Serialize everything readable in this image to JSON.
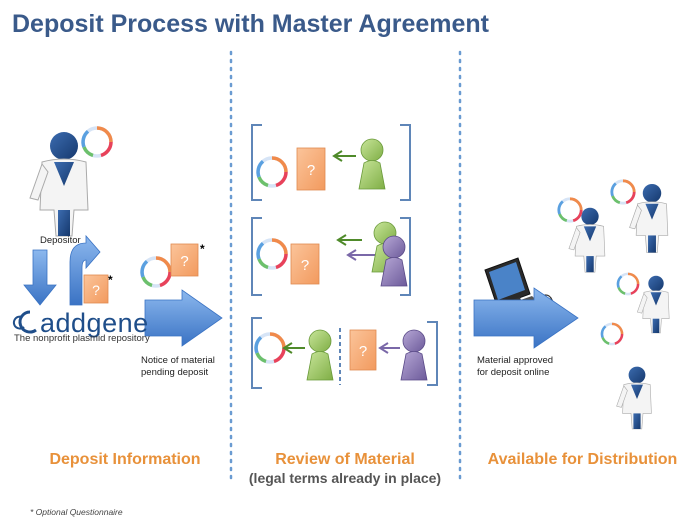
{
  "title": "Deposit Process with Master Agreement",
  "labels": {
    "depositor": "Depositor",
    "notice": [
      "Notice of material",
      "pending deposit"
    ],
    "approved": [
      "Material approved",
      "for deposit online"
    ]
  },
  "doc_mark": "?",
  "asterisk": "*",
  "addgene": {
    "wordmark": "addgene",
    "tagline": "The nonprofit plasmid repository"
  },
  "sections": {
    "deposit": "Deposit Information",
    "review": "Review of Material",
    "review_note": "(legal terms already in place)",
    "distribution": "Available for Distribution"
  },
  "footnote": "* Optional Questionnaire",
  "colors": {
    "title": "#3a5a8a",
    "section": "#e8913a",
    "person_blue": "#1f4e8a",
    "doc_orange": "#f6a970",
    "arrow_blue": "#4a86d6",
    "green_person": "#a6cf6a",
    "purple_person": "#8b79b3",
    "divider": "#6a9bd1"
  },
  "icons": [
    "scientist-icon",
    "plasmid-icon",
    "document-icon",
    "reviewer-icon",
    "computer-icon",
    "arrow-icon"
  ]
}
